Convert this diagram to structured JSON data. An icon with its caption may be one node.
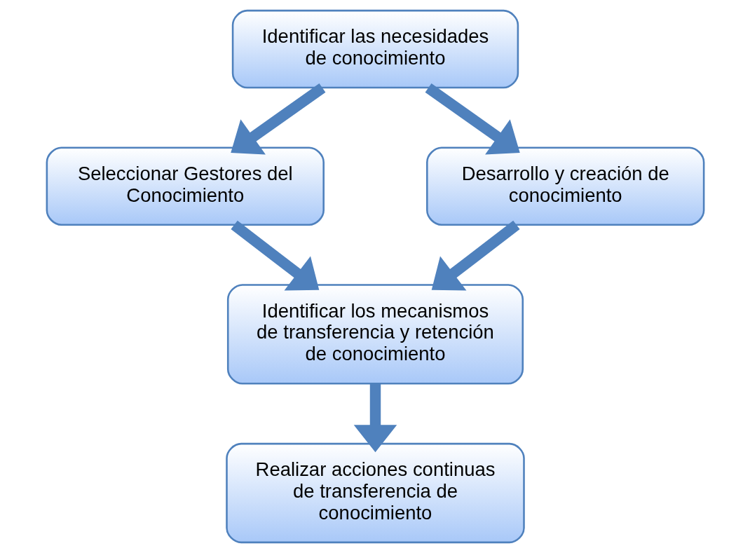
{
  "diagram": {
    "nodes": [
      {
        "text": [
          "Identificar las necesidades de conocimiento"
        ]
      },
      {
        "text": [
          "Seleccionar Gestores del Conocimiento"
        ]
      },
      {
        "text": [
          "Desarrollo y creación de conocimiento"
        ]
      },
      {
        "text": [
          "Identificar los mecanismos de transferencia y retención de conocimiento"
        ]
      },
      {
        "text": [
          "Realizar acciones continuas de transferencia de conocimiento"
        ]
      }
    ],
    "edges": [
      {
        "from": 0,
        "to": 1,
        "arrow": "to"
      },
      {
        "from": 0,
        "to": 2,
        "arrow": "to"
      },
      {
        "from": 1,
        "to": 3,
        "arrow": "to"
      },
      {
        "from": 2,
        "to": 3,
        "arrow": "to"
      },
      {
        "from": 3,
        "to": 4,
        "arrow": "to"
      }
    ]
  }
}
